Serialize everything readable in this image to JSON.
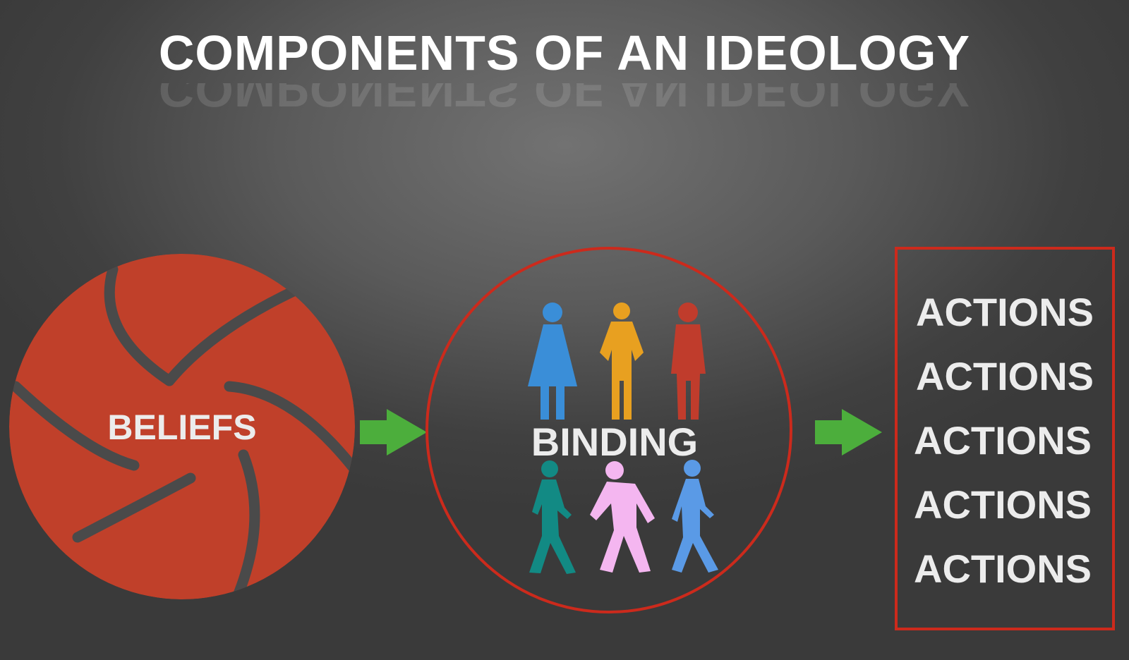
{
  "title": "COMPONENTS OF AN IDEOLOGY",
  "nodes": {
    "beliefs": {
      "label": "BELIEFS",
      "color": "#c0402a"
    },
    "binding": {
      "label": "BINDING",
      "ring_color": "#cc2a1c"
    },
    "actions": {
      "labels": [
        "ACTIONS",
        "ACTIONS",
        "ACTIONS",
        "ACTIONS",
        "ACTIONS"
      ],
      "border_color": "#cc2a1c"
    }
  },
  "arrow_color": "#4cae3c",
  "people": [
    {
      "icon": "woman-standing-icon",
      "color": "#3a8ed8"
    },
    {
      "icon": "man-hands-on-hips-icon",
      "color": "#e8a020"
    },
    {
      "icon": "man-standing-icon",
      "color": "#c03c2c"
    },
    {
      "icon": "man-walking-icon",
      "color": "#128a84"
    },
    {
      "icon": "person-walking-icon",
      "color": "#f4b6f0"
    },
    {
      "icon": "woman-walking-icon",
      "color": "#5a9ae6"
    }
  ]
}
